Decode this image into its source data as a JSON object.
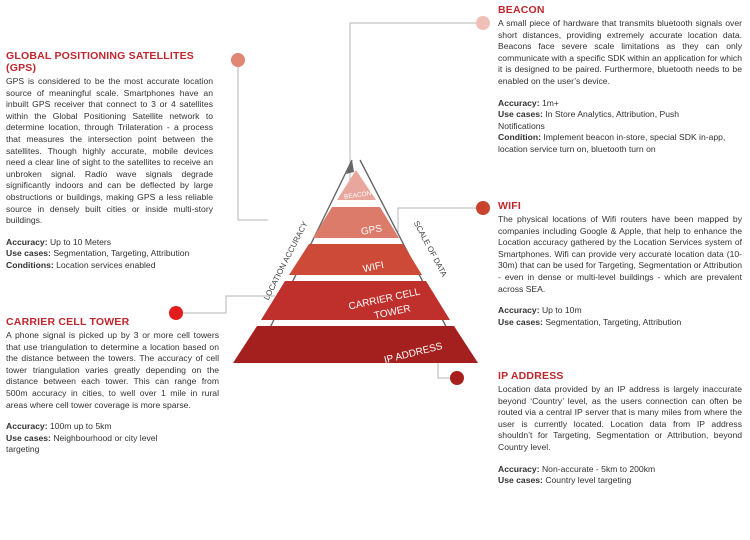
{
  "levels": [
    {
      "label": "BEACON",
      "color": "#e9a69c"
    },
    {
      "label": "GPS",
      "color": "#dd7b6b"
    },
    {
      "label": "WIFI",
      "color": "#cc4a37"
    },
    {
      "label": "CARRIER CELL TOWER",
      "label_line1": "CARRIER CELL",
      "label_line2": "TOWER",
      "color": "#bf2f2b"
    },
    {
      "label": "IP ADDRESS",
      "color": "#a3201f"
    }
  ],
  "axes": {
    "left": "LOCATION ACCURACY",
    "right": "SCALE OF DATA"
  },
  "gps": {
    "title": "GLOBAL POSITIONING SATELLITES (GPS)",
    "description": "GPS is considered to be the most accurate location source of meaningful scale. Smartphones have an inbuilt GPS receiver that connect to 3 or 4 satellites within the Global Positioning Satellite network to determine location, through Trilateration - a process that measures the intersection point between the satellites. Though highly accurate, mobile devices need a clear line of sight to the satellites to receive an unbroken signal. Radio wave signals degrade significantly indoors and can be deflected by large obstructions or buildings, making GPS a less reliable source in densely built cities or inside multi-story buildings.",
    "accuracy_label": "Accuracy:",
    "accuracy": "Up to 10 Meters",
    "usecases_label": "Use cases:",
    "usecases": "Segmentation, Targeting, Attribution",
    "conditions_label": "Conditions:",
    "conditions": "Location services enabled",
    "dot_color": "#e08672"
  },
  "carrier": {
    "title": "CARRIER CELL TOWER",
    "description": "A phone signal is picked up by 3 or more cell towers that use triangulation to determine a location based on the distance between the towers. The accuracy of cell tower triangulation varies greatly depending on the distance between each tower. This can range from 500m accuracy in cities, to well over 1 mile in rural areas where cell tower coverage is more sparse.",
    "accuracy_label": "Accuracy:",
    "accuracy": "100m up to 5km",
    "usecases_label": "Use cases:",
    "usecases": "Neighbourhood or city level targeting",
    "dot_color": "#e11d1d"
  },
  "beacon": {
    "title": "BEACON",
    "description": "A small piece of hardware that transmits bluetooth signals over short distances, providing extremely accurate location data. Beacons face severe scale limitations as they can only communicate with a specific SDK within an application for which it is designed to be paired. Furthermore, bluetooth needs to be enabled on the user’s device.",
    "accuracy_label": "Accuracy:",
    "accuracy": "1m+",
    "usecases_label": "Use cases:",
    "usecases": "In Store Analytics, Attribution, Push Notifications",
    "condition_label": "Condition:",
    "condition": "Implement beacon in-store, special SDK in-app, location service turn on, bluetooth turn on",
    "dot_color": "#f0c0b8"
  },
  "wifi": {
    "title": "WIFI",
    "description": "The physical locations of Wifi routers have been mapped by companies including Google & Apple, that help to enhance the Location accuracy gathered by the Location Services system of Smartphones. Wifi can provide very accurate location data (10-30m) that can be used for Targeting, Segmentation or Attribution - even in dense or multi-level buildings - which are prevalent across SEA.",
    "accuracy_label": "Accuracy:",
    "accuracy": "Up to 10m",
    "usecases_label": "Use cases:",
    "usecases": "Segmentation, Targeting, Attribution",
    "dot_color": "#c9432e"
  },
  "ip": {
    "title": "IP ADDRESS",
    "description": "Location data provided by an IP address is largely inaccurate beyond ‘Country’ level, as the users connection can often be routed via a central IP server that is many miles from where the user is currently located. Location data from IP address shouldn’t for Targeting, Segmentation or Attribution, beyond Country level.",
    "accuracy_label": "Accuracy:",
    "accuracy": "Non-accurate - 5km to 200km",
    "usecases_label": "Use cases:",
    "usecases": "Country level targeting",
    "dot_color": "#a8201d"
  }
}
